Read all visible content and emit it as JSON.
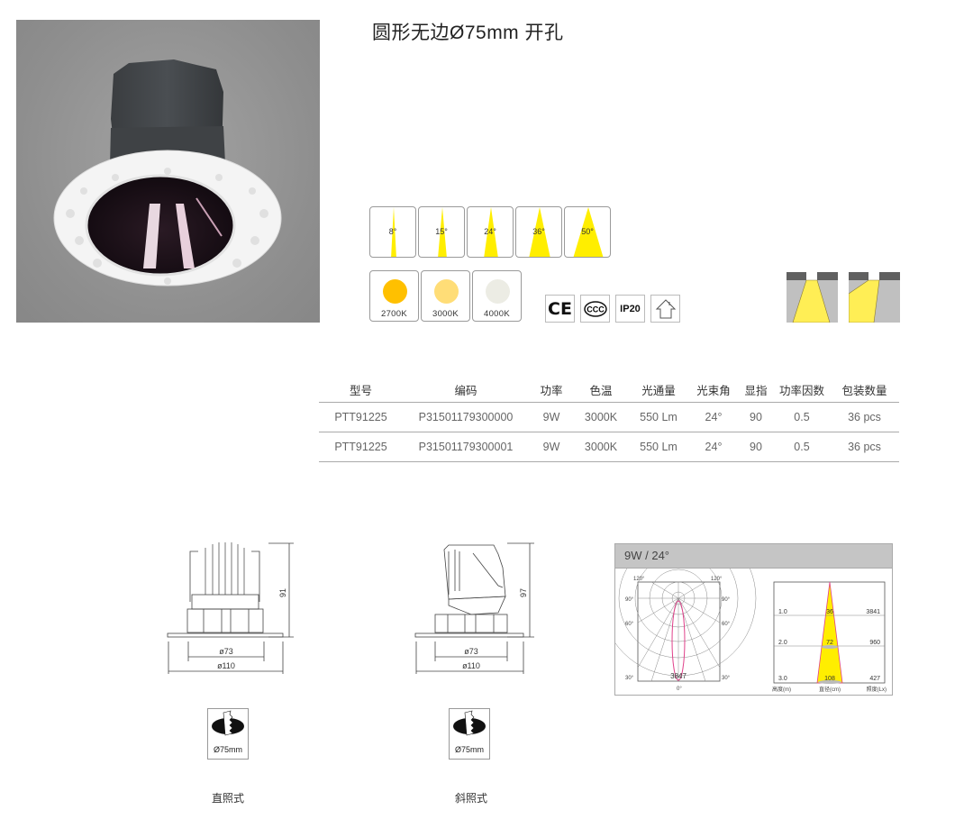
{
  "product": {
    "title": "圆形无边Ø75mm 开孔",
    "photo_alt": "round trimless recessed downlight"
  },
  "beam_angles": [
    {
      "label": "8°",
      "deg": 8
    },
    {
      "label": "15°",
      "deg": 15
    },
    {
      "label": "24°",
      "deg": 24
    },
    {
      "label": "36°",
      "deg": 36
    },
    {
      "label": "50°",
      "deg": 50
    }
  ],
  "color_temperatures": [
    {
      "label": "2700K",
      "color": "#ffc000"
    },
    {
      "label": "3000K",
      "color": "#ffdd77"
    },
    {
      "label": "4000K",
      "color": "#ececE4"
    }
  ],
  "certifications": [
    {
      "label": "CE",
      "icon": "ce-mark-icon"
    },
    {
      "label": "CCC",
      "icon": "ccc-mark-icon"
    },
    {
      "label": "IP20",
      "icon": "ip20-icon"
    },
    {
      "label": "",
      "icon": "indoor-house-icon"
    }
  ],
  "install_types_icons": [
    "direct-beam-icon",
    "tilted-beam-icon"
  ],
  "table": {
    "headers": [
      "型号",
      "编码",
      "功率",
      "色温",
      "光通量",
      "光束角",
      "显指",
      "功率因数",
      "包装数量"
    ],
    "rows": [
      [
        "PTT91225",
        "P31501179300000",
        "9W",
        "3000K",
        "550 Lm",
        "24°",
        "90",
        "0.5",
        "36 pcs"
      ],
      [
        "PTT91225",
        "P31501179300001",
        "9W",
        "3000K",
        "550 Lm",
        "24°",
        "90",
        "0.5",
        "36 pcs"
      ]
    ]
  },
  "drawings": [
    {
      "height": "91",
      "inner_dia": "ø73",
      "outer_dia": "ø110",
      "cutout": "Ø75mm",
      "caption": "直照式"
    },
    {
      "height": "97",
      "inner_dia": "ø73",
      "outer_dia": "ø110",
      "cutout": "Ø75mm",
      "caption": "斜照式"
    }
  ],
  "photometric": {
    "header": "9W / 24°",
    "polar": {
      "angle_labels": {
        "top_left": "120°",
        "top_right": "120°",
        "left_90": "90°",
        "right_90": "90°",
        "left_60": "60°",
        "right_60": "60°",
        "left_30": "30°",
        "right_30": "30°",
        "bottom": "0°"
      },
      "peak_value": "3847"
    },
    "cone": {
      "rows": [
        {
          "height": "1.0",
          "diameter": "36",
          "illuminance": "3841"
        },
        {
          "height": "2.0",
          "diameter": "72",
          "illuminance": "960"
        },
        {
          "height": "3.0",
          "diameter": "108",
          "illuminance": "427"
        }
      ],
      "axis_labels": {
        "height": "高度(m)",
        "diameter": "直径(cm)",
        "illuminance": "照度(Lx)"
      }
    }
  },
  "chart_data": {
    "type": "table",
    "title": "9W / 24°",
    "columns": [
      "高度(m)",
      "直径(cm)",
      "照度(Lx)"
    ],
    "rows": [
      [
        1.0,
        36,
        3841
      ],
      [
        2.0,
        72,
        960
      ],
      [
        3.0,
        108,
        427
      ]
    ],
    "polar_peak_cd": 3847
  }
}
